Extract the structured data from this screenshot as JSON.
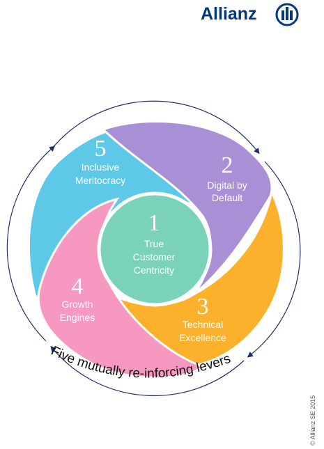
{
  "brand": {
    "name": "Allianz",
    "color": "#003781"
  },
  "levers": [
    {
      "number": "1",
      "lines": [
        "True",
        "Customer",
        "Centricity"
      ],
      "color": "#79d2b9"
    },
    {
      "number": "2",
      "lines": [
        "Digital by",
        "Default"
      ],
      "color": "#a98fd6"
    },
    {
      "number": "3",
      "lines": [
        "Technical",
        "Excellence"
      ],
      "color": "#fbb12c"
    },
    {
      "number": "4",
      "lines": [
        "Growth",
        "Engines"
      ],
      "color": "#f798c1"
    },
    {
      "number": "5",
      "lines": [
        "Inclusive",
        "Meritocracy"
      ],
      "color": "#5ec8e9"
    }
  ],
  "tagline": "Five mutually re-inforcing levers",
  "copyright": "© Allianz SE 2015",
  "cycle_arrow_color": "#1f2e6e"
}
